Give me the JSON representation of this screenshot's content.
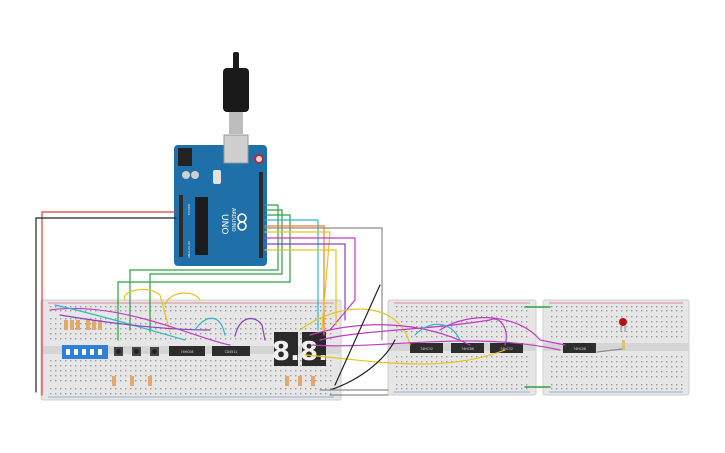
{
  "board": {
    "brand": "ARDUINO",
    "model": "UNO",
    "header_digital": "DIGITAL (PWM~)",
    "header_power": "POWER",
    "header_analog": "ANALOG IN"
  },
  "chips": [
    "74HC08",
    "CD4511",
    "74HC32",
    "74HC86",
    "74HC32",
    "74HC08"
  ],
  "seven_segment": {
    "digit_left": "8.",
    "digit_right": "8."
  },
  "colors": {
    "breadboard": "#e6e6e6",
    "breadboard_dark": "#c9c9c9",
    "arduino": "#1f6fa8",
    "chip": "#2d2d2d",
    "display": "#2a2a2a",
    "display_seg": "#f2f2f2",
    "dip_switch": "#2f7fd6",
    "led": "#b31212",
    "rail_red": "#d2334a",
    "rail_blue": "#4a72c9",
    "rail_green": "#41b84a"
  },
  "wire_colors": [
    "#e23b3b",
    "#222222",
    "#2ea043",
    "#e8c31c",
    "#c03cc0",
    "#2fb7c7",
    "#8c8c8c",
    "#f07f2a",
    "#8b3fbf"
  ]
}
